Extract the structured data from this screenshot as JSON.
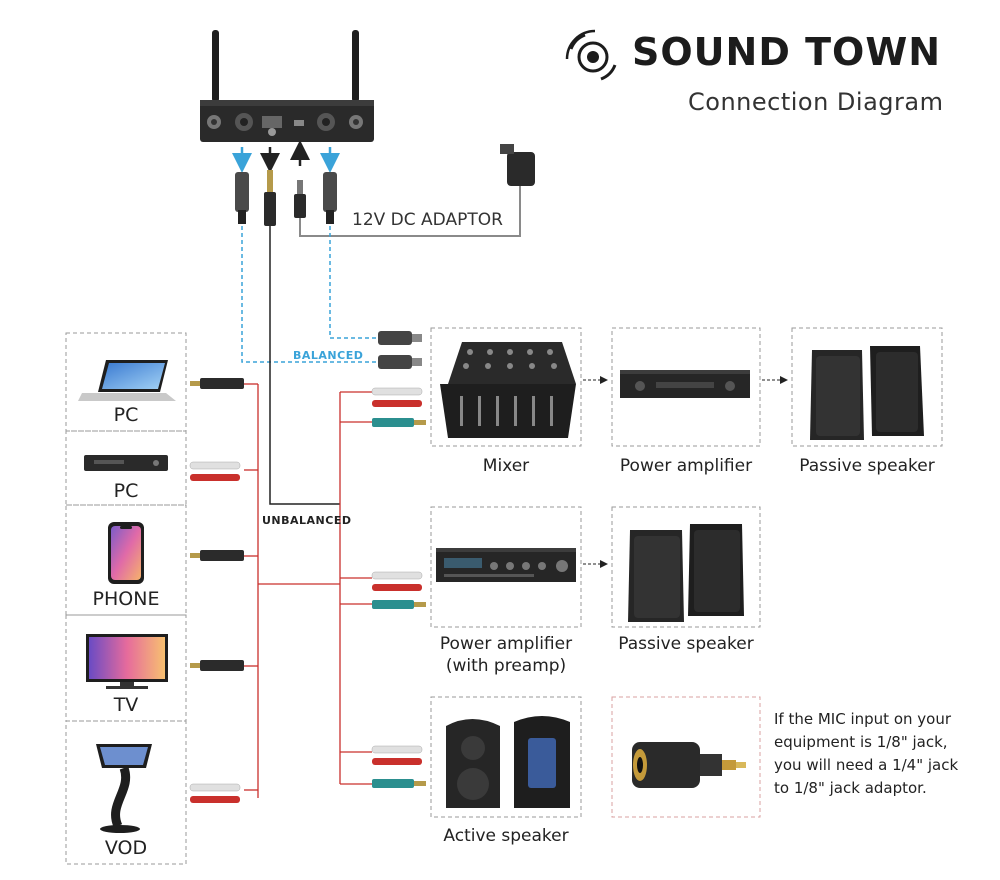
{
  "brand": {
    "name": "SOUND TOWN",
    "subtitle": "Connection Diagram"
  },
  "adaptor_label": "12V DC ADAPTOR",
  "cable_labels": {
    "balanced": "BALANCED",
    "unbalanced": "UNBALANCED"
  },
  "sources": [
    "PC",
    "PC",
    "PHONE",
    "TV",
    "VOD"
  ],
  "devices": {
    "mixer": "Mixer",
    "power_amp": "Power amplifier",
    "passive_speaker_1": "Passive speaker",
    "power_amp_preamp": [
      "Power amplifier",
      "(with preamp)"
    ],
    "passive_speaker_2": "Passive speaker",
    "active_speaker": "Active speaker"
  },
  "note": [
    "If the MIC input on your",
    "equipment is 1/8\" jack,",
    "you will need a 1/4\" jack",
    "to 1/8\" jack adaptor."
  ],
  "colors": {
    "balanced": "#3aa3d9",
    "unbalanced": "#c9302c",
    "dc_cable": "#8a8a8a",
    "box_border": "#9a9a9a",
    "adaptor_box": "#d9a0a0"
  }
}
